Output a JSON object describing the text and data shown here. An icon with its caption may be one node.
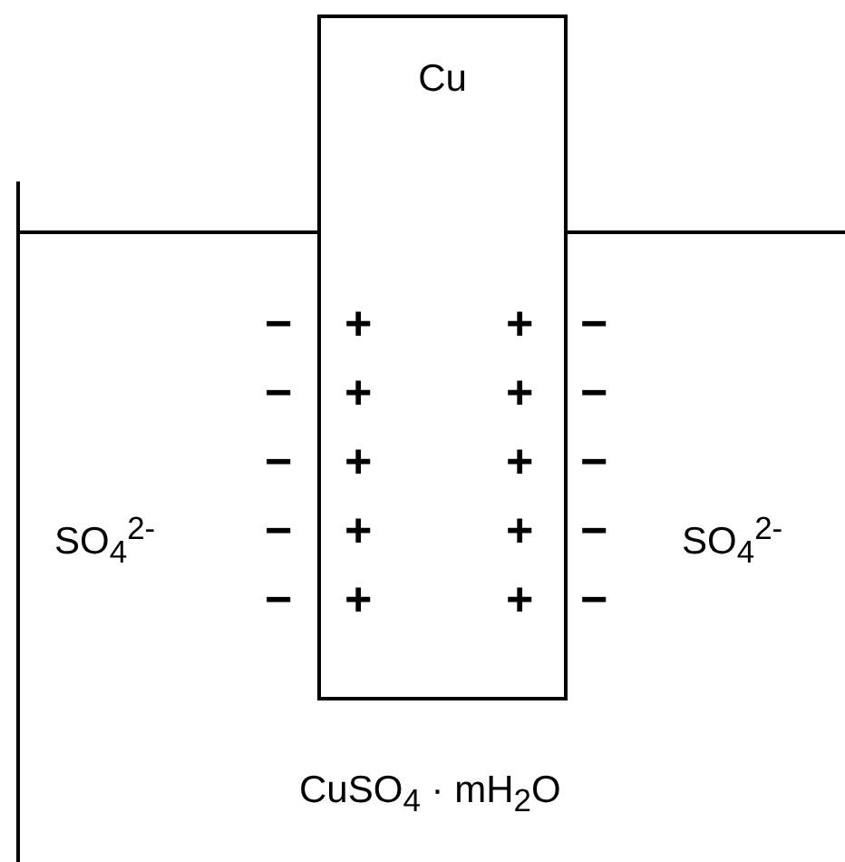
{
  "diagram": {
    "nodes": [
      {
        "text": [
          "Cu"
        ]
      }
    ],
    "labels": [
      "−",
      "+",
      "+",
      "−",
      "−",
      "+",
      "+",
      "−",
      "−",
      "+",
      "+",
      "−",
      "SO$_{4}$$^{2-}$",
      "−",
      "+",
      "+",
      "−",
      "SO$_{4}$$^{2-}$",
      "−",
      "+",
      "+",
      "−",
      "CuSO$_{4}$ · mH$_{2}$O"
    ]
  }
}
